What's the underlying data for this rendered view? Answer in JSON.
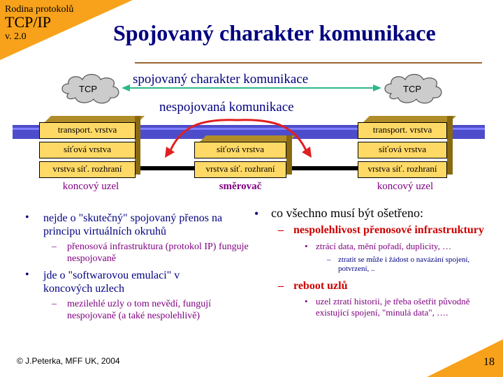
{
  "header": {
    "series": "Rodina protokolů",
    "protocol": "TCP/IP",
    "version": "v. 2.0",
    "title": "Spojovaný charakter komunikace"
  },
  "diagram": {
    "connected_label": "spojovaný charakter komunikace",
    "connectionless_label": "nespojovaná komunikace",
    "cloud_left": "TCP",
    "cloud_right": "TCP",
    "left_node": {
      "transport": "transport. vrstva",
      "network": "síťová vrstva",
      "interface": "vrstva síť. rozhraní",
      "label": "koncový uzel"
    },
    "router": {
      "network": "síťová vrstva",
      "interface": "vrstva síť. rozhraní",
      "label": "směrovač"
    },
    "right_node": {
      "transport": "transport. vrstva",
      "network": "síťová vrstva",
      "interface": "vrstva síť. rozhraní",
      "label": "koncový uzel"
    }
  },
  "left_column": {
    "b1": "nejde o \"skutečný\" spojovaný přenos na principu virtuálních okruhů",
    "b1_sub": "přenosová infrastruktura (protokol IP) funguje nespojovaně",
    "b2": "jde o \"softwarovou emulaci\" v koncových uzlech",
    "b2_sub": "mezilehlé uzly o tom nevědí, fungují nespojovaně (a také nespolehlivě)"
  },
  "right_column": {
    "b1": "co všechno musí být ošetřeno:",
    "d1": "nespolehlivost přenosové infrastruktury",
    "d1_bullet": "ztrácí data, mění pořadí, duplicity, …",
    "d1_subsub": "ztratit se může i žádost o navázání spojení, potvrzení, ..",
    "d2": "reboot uzlů",
    "d2_bullet": "uzel ztratí historii, je třeba ošetřit původně existující spojení, \"minulá data\", …."
  },
  "footer": {
    "copyright": "© J.Peterka, MFF UK, 2004",
    "page": "18"
  },
  "colors": {
    "orange": "#f7a21a",
    "navy": "#000080",
    "purple": "#800080",
    "red": "#cc0000",
    "green": "#2eb88a",
    "box": "#ffd966"
  }
}
